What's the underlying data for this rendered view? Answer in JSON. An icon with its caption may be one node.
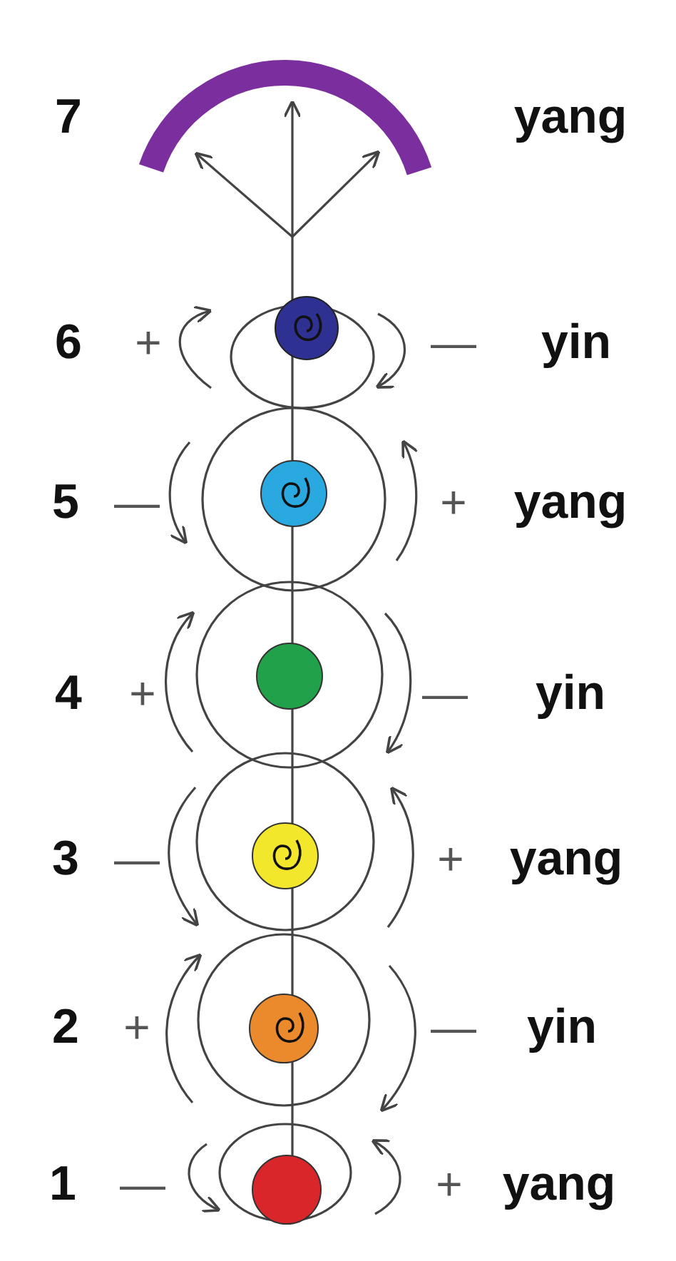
{
  "diagram": {
    "labels": [
      "7",
      "yang",
      "6",
      "+",
      "—",
      "yin",
      "5",
      "—",
      "+",
      "yang",
      "4",
      "+",
      "—",
      "yin",
      "3",
      "—",
      "+",
      "yang",
      "2",
      "+",
      "—",
      "yin",
      "1",
      "—",
      "+",
      "yang"
    ]
  }
}
